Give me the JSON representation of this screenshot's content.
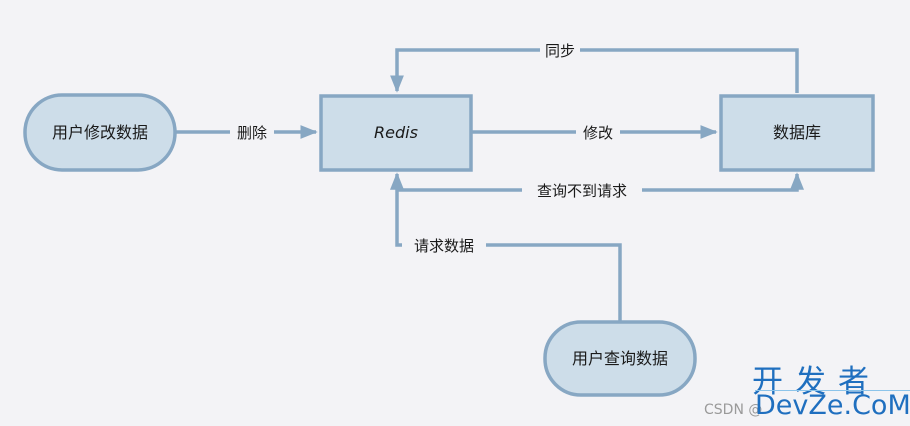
{
  "nodes": {
    "user_modify": "用户修改数据",
    "redis": "Redis",
    "database": "数据库",
    "user_query": "用户查询数据"
  },
  "edges": {
    "delete": "删除",
    "modify": "修改",
    "sync": "同步",
    "query_miss": "查询不到请求",
    "request_data": "请求数据"
  },
  "watermark": {
    "cn": "开发者",
    "en": "DevZe.CoM",
    "csdn": "CSDN @"
  },
  "colors": {
    "fill": "#cddde9",
    "stroke": "#87a7c3",
    "background": "#f3f3f6"
  }
}
